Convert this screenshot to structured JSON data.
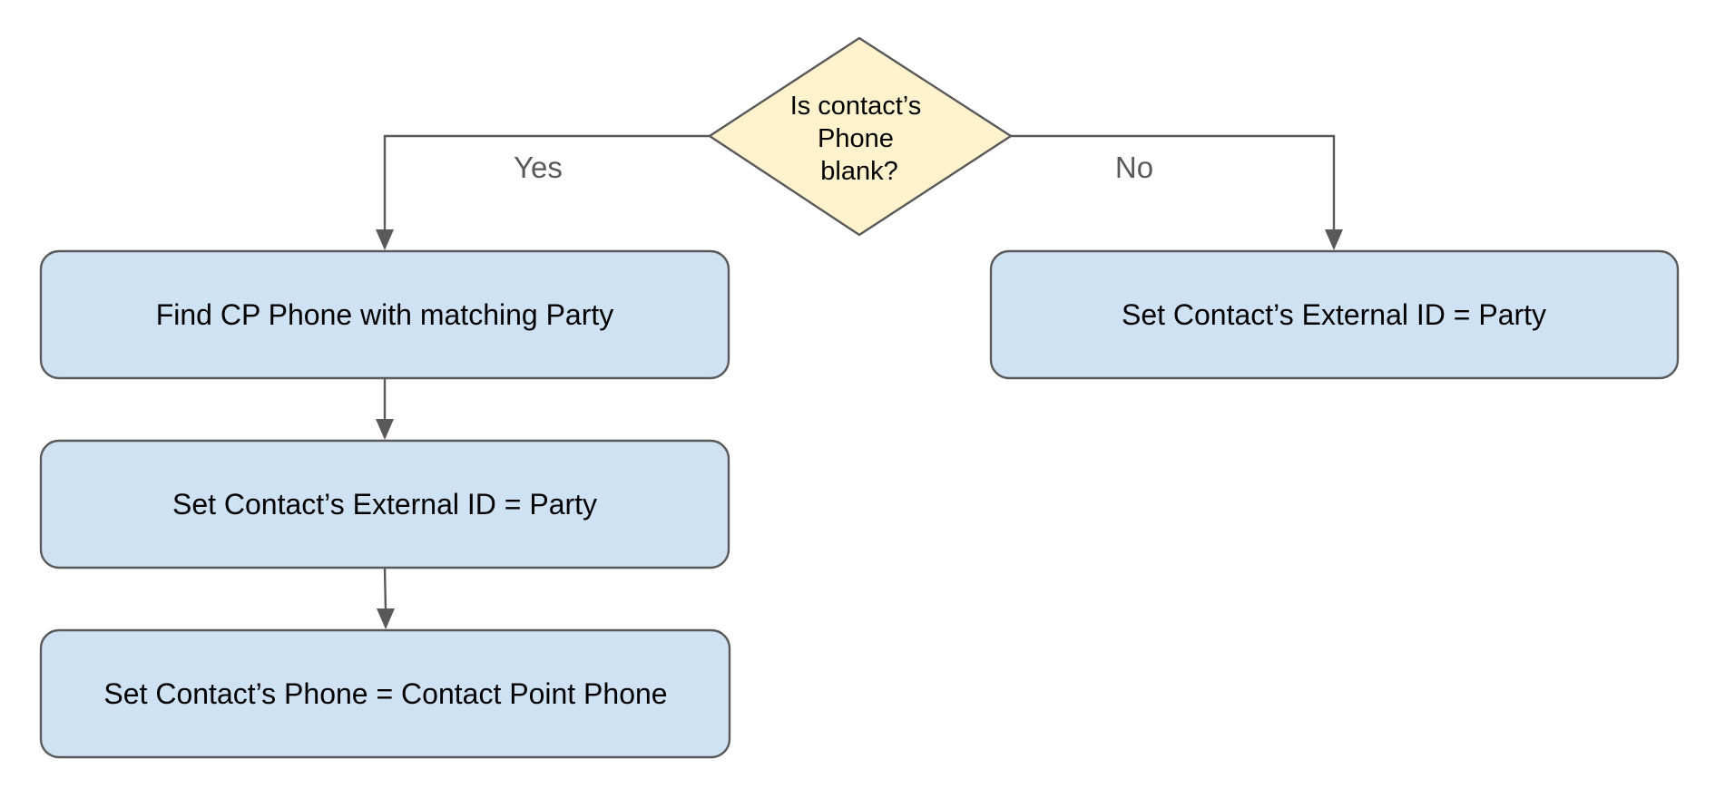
{
  "diagram": {
    "decision": {
      "lines": [
        "Is contact’s",
        "Phone",
        "blank?"
      ]
    },
    "branches": {
      "yes_label": "Yes",
      "no_label": "No"
    },
    "steps": {
      "find_cp_phone": "Find CP Phone with matching Party",
      "set_external_id_yes": "Set Contact’s External ID = Party",
      "set_phone": "Set Contact’s Phone = Contact Point Phone",
      "set_external_id_no": "Set Contact’s External ID = Party"
    },
    "colors": {
      "process_fill": "#cfe2f3",
      "decision_fill": "#fff2cc",
      "stroke": "#595959",
      "label_text": "#595959",
      "text": "#000000"
    }
  }
}
